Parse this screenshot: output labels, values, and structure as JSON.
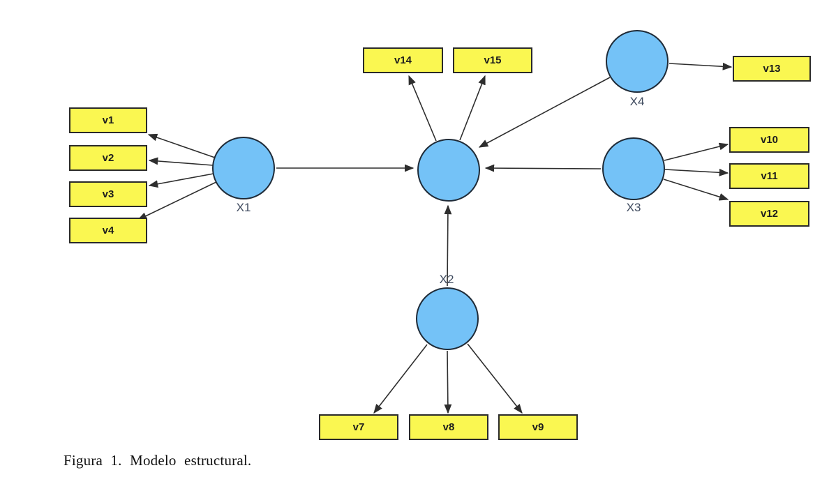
{
  "caption": "Figura 1. Modelo estructural.",
  "nodes": {
    "center": "",
    "x1": "X1",
    "x2": "X2",
    "x3": "X3",
    "x4": "X4"
  },
  "indicators": {
    "v1": "v1",
    "v2": "v2",
    "v3": "v3",
    "v4": "v4",
    "v7": "v7",
    "v8": "v8",
    "v9": "v9",
    "v10": "v10",
    "v11": "v11",
    "v12": "v12",
    "v13": "v13",
    "v14": "v14",
    "v15": "v15"
  },
  "edges": [
    {
      "from": "X1",
      "to": "center"
    },
    {
      "from": "X2",
      "to": "center"
    },
    {
      "from": "X3",
      "to": "center"
    },
    {
      "from": "X4",
      "to": "center"
    },
    {
      "from": "center",
      "to": "v14"
    },
    {
      "from": "center",
      "to": "v15"
    },
    {
      "from": "X1",
      "to": "v1"
    },
    {
      "from": "X1",
      "to": "v2"
    },
    {
      "from": "X1",
      "to": "v3"
    },
    {
      "from": "X1",
      "to": "v4"
    },
    {
      "from": "X2",
      "to": "v7"
    },
    {
      "from": "X2",
      "to": "v8"
    },
    {
      "from": "X2",
      "to": "v9"
    },
    {
      "from": "X3",
      "to": "v10"
    },
    {
      "from": "X3",
      "to": "v11"
    },
    {
      "from": "X3",
      "to": "v12"
    },
    {
      "from": "X4",
      "to": "v13"
    }
  ],
  "colors": {
    "background": "#FFFFFF",
    "latent_fill": "#74C2F7",
    "latent_border": "#1F2B38",
    "indicator_fill": "#FAF751",
    "indicator_border": "#2A2A2A",
    "arrow": "#2E2E2E",
    "latent_label": "#3E4A5E",
    "indicator_label": "#1D1D1D",
    "caption_color": "#101010"
  }
}
